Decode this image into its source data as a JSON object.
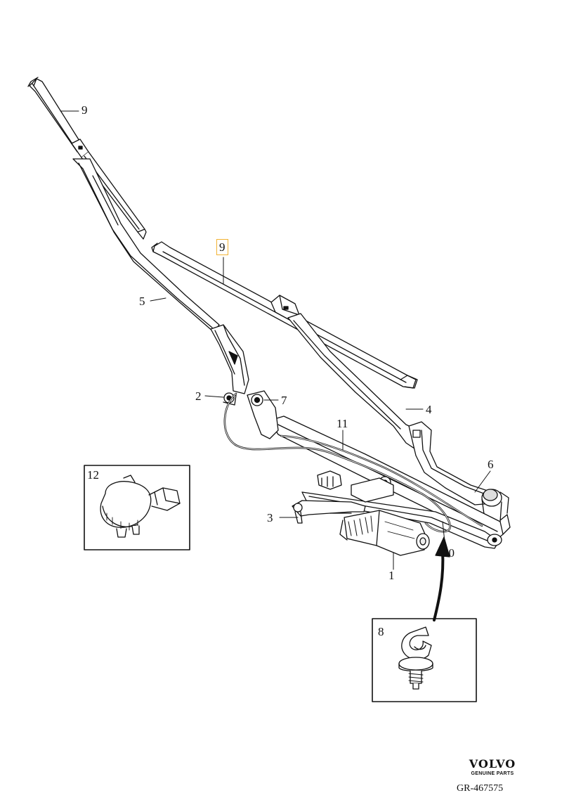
{
  "diagram": {
    "reference": "GR-467575",
    "brand": {
      "name": "VOLVO",
      "tagline": "GENUINE PARTS"
    },
    "callouts": [
      {
        "id": "9-upper",
        "label": "9",
        "highlighted": false
      },
      {
        "id": "9-lower",
        "label": "9",
        "highlighted": true
      },
      {
        "id": "5",
        "label": "5",
        "highlighted": false
      },
      {
        "id": "2",
        "label": "2",
        "highlighted": false
      },
      {
        "id": "7",
        "label": "7",
        "highlighted": false
      },
      {
        "id": "4",
        "label": "4",
        "highlighted": false
      },
      {
        "id": "11",
        "label": "11",
        "highlighted": false
      },
      {
        "id": "6",
        "label": "6",
        "highlighted": false
      },
      {
        "id": "12",
        "label": "12",
        "highlighted": false
      },
      {
        "id": "3",
        "label": "3",
        "highlighted": false
      },
      {
        "id": "10",
        "label": "10",
        "highlighted": false
      },
      {
        "id": "1",
        "label": "1",
        "highlighted": false
      },
      {
        "id": "8",
        "label": "8",
        "highlighted": false
      }
    ],
    "highlight_color": "#f2b233"
  }
}
